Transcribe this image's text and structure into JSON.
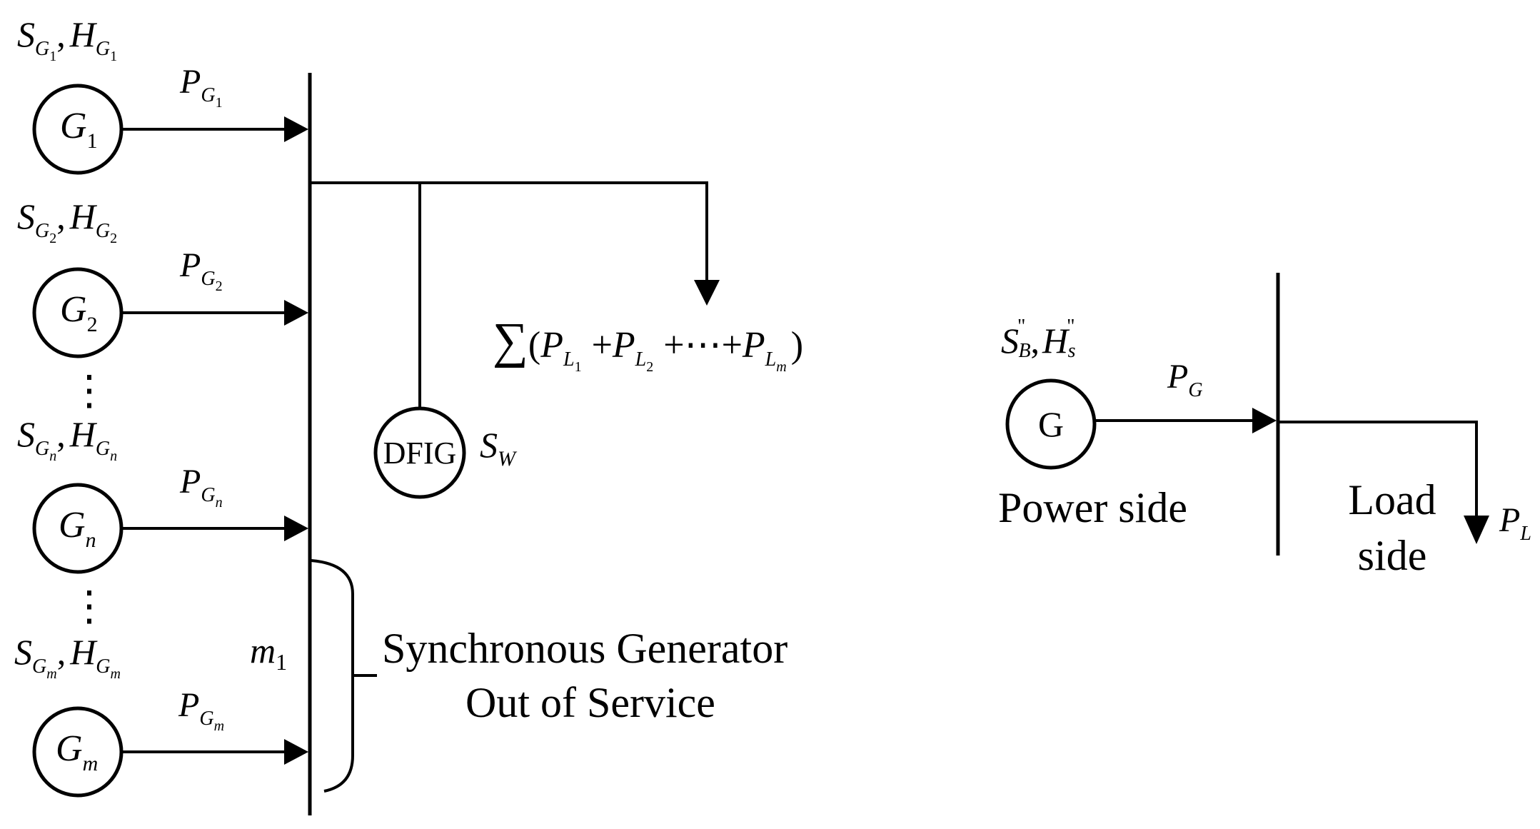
{
  "colors": {
    "stroke": "#000000",
    "background": "#ffffff"
  },
  "generators": [
    {
      "name": "G",
      "sub": "1",
      "S": "S",
      "H": "H",
      "rating_sub": "G",
      "rating_subsub": "1",
      "P": "P",
      "p_sub": "G",
      "p_subsub": "1"
    },
    {
      "name": "G",
      "sub": "2",
      "S": "S",
      "H": "H",
      "rating_sub": "G",
      "rating_subsub": "2",
      "P": "P",
      "p_sub": "G",
      "p_subsub": "2"
    },
    {
      "name": "G",
      "sub": "n",
      "S": "S",
      "H": "H",
      "rating_sub": "G",
      "rating_subsub": "n",
      "P": "P",
      "p_sub": "G",
      "p_subsub": "n"
    },
    {
      "name": "G",
      "sub": "m",
      "S": "S",
      "H": "H",
      "rating_sub": "G",
      "rating_subsub": "m",
      "P": "P",
      "p_sub": "G",
      "p_subsub": "m"
    }
  ],
  "ellipsis": "⋮",
  "comma": ",",
  "dfig": {
    "label": "DFIG",
    "s_symbol": "S",
    "s_sub": "W"
  },
  "load_sum": {
    "sigma": "∑",
    "open": "(",
    "p": "P",
    "l": "L",
    "sub1": "1",
    "sub2": "2",
    "subm": "m",
    "plus": "+",
    "dots": "+⋯+",
    "close": ")"
  },
  "bracket_label": {
    "symbol": "m",
    "sub": "1"
  },
  "out_of_service": {
    "line1": "Synchronous Generator",
    "line2": "Out of Service"
  },
  "equivalent": {
    "gen_label": "G",
    "s": "S",
    "s_sub": "B",
    "s_sup": "\"",
    "h": "H",
    "h_sub": "s",
    "h_sup": "\"",
    "p": "P",
    "p_sub": "G",
    "power_side": "Power side",
    "load_side_line1": "Load",
    "load_side_line2": "side",
    "pl": "P",
    "pl_sub": "L"
  }
}
